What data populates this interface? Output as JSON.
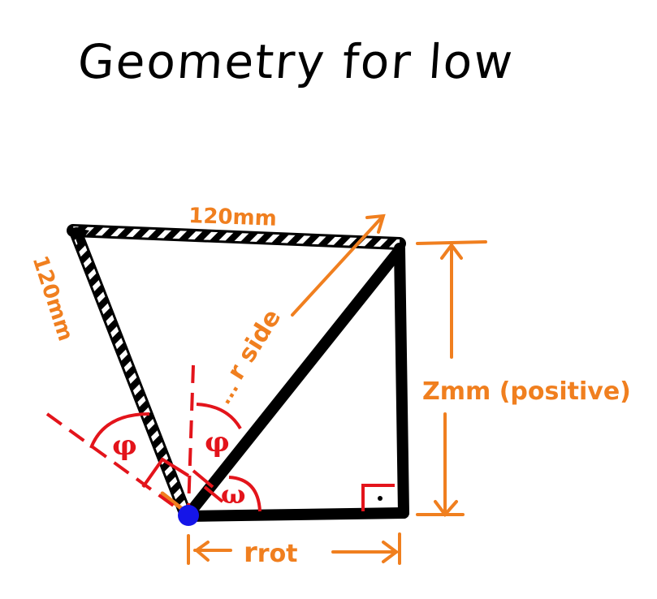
{
  "title": "Geometry for low",
  "labels": {
    "top_edge": "120mm",
    "left_edge": "120mm",
    "r_side_prefix": "...",
    "r_side": "r side",
    "z_height": "Zmm (positive)",
    "r_rot": "r",
    "r_rot_sub": "rot",
    "phi_left": "φ",
    "phi_right": "φ",
    "omega": "ω",
    "right_angle_dot": "·"
  },
  "colors": {
    "ink": "#000000",
    "orange": "#f07f1f",
    "red": "#e3141b",
    "blue": "#1515e8"
  }
}
